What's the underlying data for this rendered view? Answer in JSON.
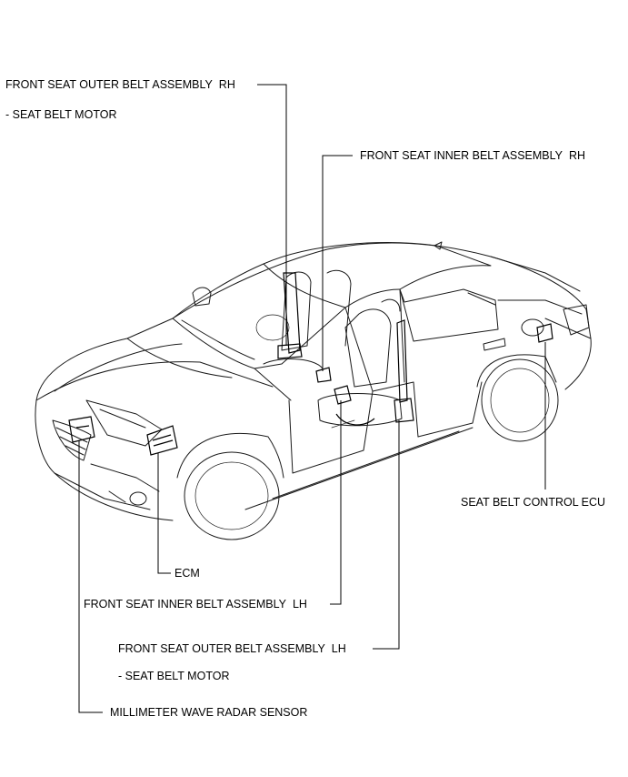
{
  "labels": {
    "outer_rh": "FRONT SEAT OUTER BELT ASSEMBLY",
    "outer_rh_side": "RH",
    "outer_rh_motor": "- SEAT BELT MOTOR",
    "inner_rh": "FRONT SEAT INNER BELT ASSEMBLY",
    "inner_rh_side": "RH",
    "control_ecu": "SEAT BELT CONTROL ECU",
    "ecm": "ECM",
    "inner_lh": "FRONT SEAT INNER BELT ASSEMBLY",
    "inner_lh_side": "LH",
    "outer_lh": "FRONT SEAT OUTER BELT ASSEMBLY",
    "outer_lh_side": "LH",
    "outer_lh_motor": "- SEAT BELT MOTOR",
    "radar": "MILLIMETER WAVE RADAR SENSOR"
  }
}
